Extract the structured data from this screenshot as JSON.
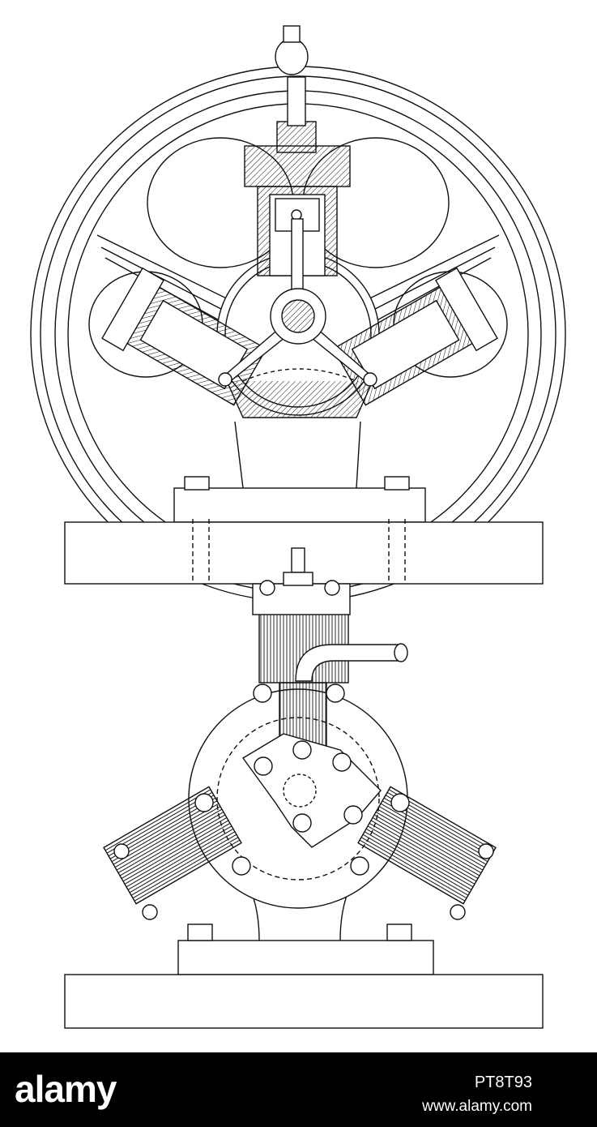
{
  "footer": {
    "brand": "alamy",
    "image_id": "PT8T93",
    "url": "www.alamy.com",
    "background": "#000000",
    "text_color": "#ffffff"
  },
  "illustration": {
    "line_color": "#111111",
    "paper_color": "#ffffff"
  }
}
